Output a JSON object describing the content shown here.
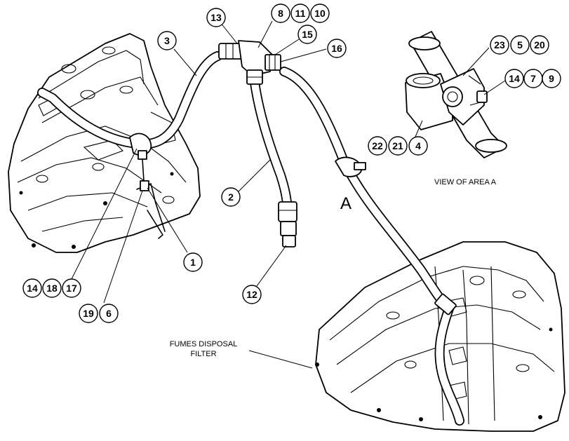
{
  "callouts": [
    {
      "label": "1"
    },
    {
      "label": "2"
    },
    {
      "label": "3"
    },
    {
      "label": "4"
    },
    {
      "label": "5"
    },
    {
      "label": "6"
    },
    {
      "label": "7"
    },
    {
      "label": "8"
    },
    {
      "label": "9"
    },
    {
      "label": "10"
    },
    {
      "label": "11"
    },
    {
      "label": "12"
    },
    {
      "label": "13"
    },
    {
      "label": "14"
    },
    {
      "label": "14"
    },
    {
      "label": "15"
    },
    {
      "label": "16"
    },
    {
      "label": "17"
    },
    {
      "label": "18"
    },
    {
      "label": "19"
    },
    {
      "label": "20"
    },
    {
      "label": "21"
    },
    {
      "label": "22"
    },
    {
      "label": "23"
    }
  ],
  "labels": {
    "view_of_area": "VIEW OF AREA A",
    "area_marker": "A",
    "fumes_line1": "FUMES DISPOSAL",
    "fumes_line2": "FILTER"
  }
}
